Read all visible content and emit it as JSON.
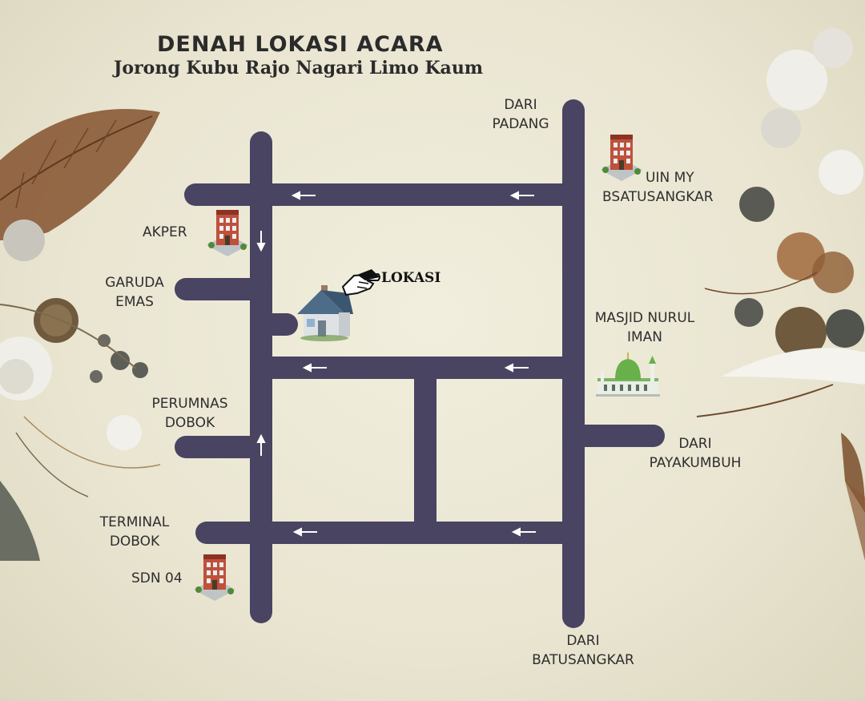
{
  "title": "DENAH LOKASI ACARA",
  "subtitle": "Jorong Kubu Rajo Nagari Limo Kaum",
  "colors": {
    "road": "#494462",
    "arrow": "#ffffff",
    "background": "#ece8d6",
    "text": "#2e2e2e"
  },
  "icons": [
    "building-icon",
    "house-icon",
    "mosque-icon",
    "pointing-hand-icon",
    "leaf-decoration",
    "flower-decoration"
  ],
  "marker": {
    "label": "LOKASI"
  },
  "labels": {
    "dari_padang": [
      "DARI",
      "PADANG"
    ],
    "uin": [
      "UIN MY",
      "BSATUSANGKAR"
    ],
    "akper": "AKPER",
    "garuda_emas": [
      "GARUDA",
      "EMAS"
    ],
    "masjid": [
      "MASJID NURUL",
      "IMAN"
    ],
    "perumnas": [
      "PERUMNAS",
      "DOBOK"
    ],
    "dari_payakumbuh": [
      "DARI",
      "PAYAKUMBUH"
    ],
    "terminal": [
      "TERMINAL",
      "DOBOK"
    ],
    "sdn": "SDN 04",
    "dari_batusangkar": [
      "DARI",
      "BATUSANGKAR"
    ]
  }
}
